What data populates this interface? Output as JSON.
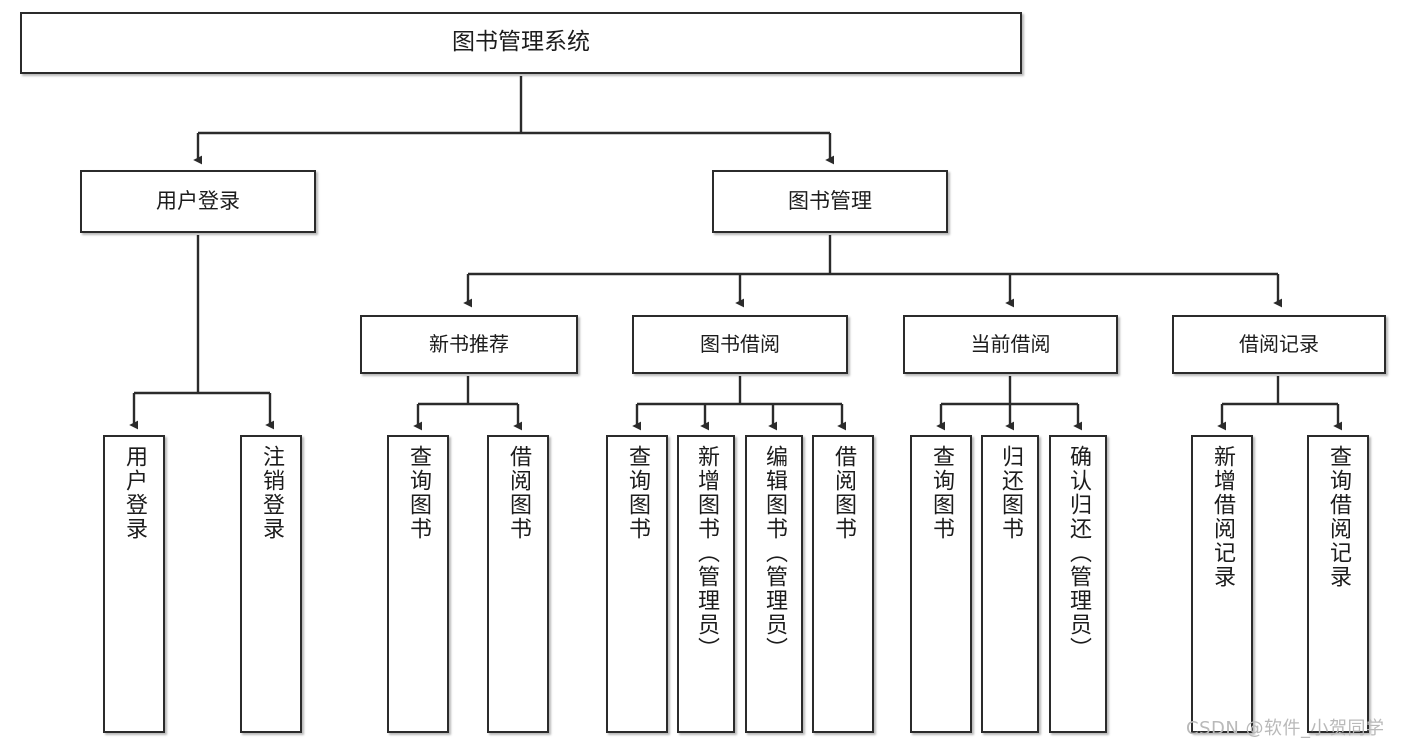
{
  "diagram": {
    "type": "tree",
    "title": "图书管理系统",
    "watermark": "CSDN @软件_小贺同学",
    "colors": {
      "stroke": "#2b2b2b",
      "fill": "#ffffff",
      "text": "#1c1c1c",
      "watermark": "#b9b9b9"
    },
    "nodes": {
      "root": {
        "label": "图书管理系统"
      },
      "level2": [
        {
          "label": "用户登录"
        },
        {
          "label": "图书管理"
        }
      ],
      "level3": [
        {
          "label": "新书推荐"
        },
        {
          "label": "图书借阅"
        },
        {
          "label": "当前借阅"
        },
        {
          "label": "借阅记录"
        }
      ],
      "leaves": [
        {
          "label": "用户登录",
          "parent": "用户登录"
        },
        {
          "label": "注销登录",
          "parent": "用户登录"
        },
        {
          "label": "查询图书",
          "parent": "新书推荐"
        },
        {
          "label": "借阅图书",
          "parent": "新书推荐"
        },
        {
          "label": "查询图书",
          "parent": "图书借阅"
        },
        {
          "label": "新增图书（管理员）",
          "parent": "图书借阅"
        },
        {
          "label": "编辑图书（管理员）",
          "parent": "图书借阅"
        },
        {
          "label": "借阅图书",
          "parent": "图书借阅"
        },
        {
          "label": "查询图书",
          "parent": "当前借阅"
        },
        {
          "label": "归还图书",
          "parent": "当前借阅"
        },
        {
          "label": "确认归还（管理员）",
          "parent": "当前借阅"
        },
        {
          "label": "新增借阅记录",
          "parent": "借阅记录"
        },
        {
          "label": "查询借阅记录",
          "parent": "借阅记录"
        }
      ]
    }
  }
}
